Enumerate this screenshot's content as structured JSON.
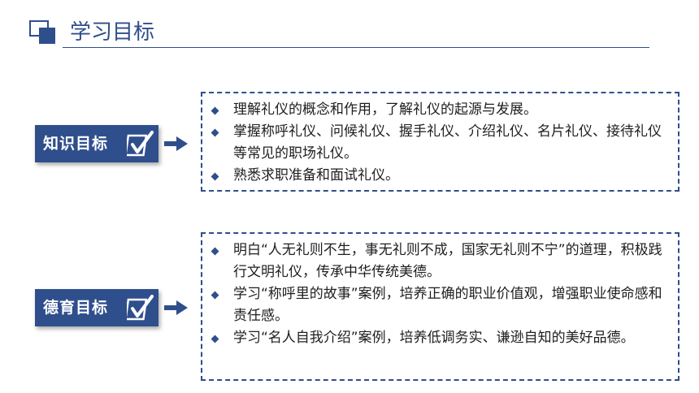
{
  "header": {
    "title": "学习目标"
  },
  "colors": {
    "brand": "#2f4e8c",
    "text": "#1e1e1e",
    "background": "#ffffff"
  },
  "sections": [
    {
      "label": "知识目标",
      "icon": "checkbox-tick-icon",
      "items": [
        "理解礼仪的概念和作用，了解礼仪的起源与发展。",
        "掌握称呼礼仪、问候礼仪、握手礼仪、介绍礼仪、名片礼仪、接待礼仪等常见的职场礼仪。",
        "熟悉求职准备和面试礼仪。"
      ]
    },
    {
      "label": "德育目标",
      "icon": "checkbox-tick-icon",
      "items": [
        "明白“人无礼则不生，事无礼则不成，国家无礼则不宁”的道理，积极践行文明礼仪，传承中华传统美德。",
        "学习“称呼里的故事”案例，培养正确的职业价值观，增强职业使命感和责任感。",
        "学习“名人自我介绍”案例，培养低调务实、谦逊自知的美好品德。"
      ]
    }
  ]
}
